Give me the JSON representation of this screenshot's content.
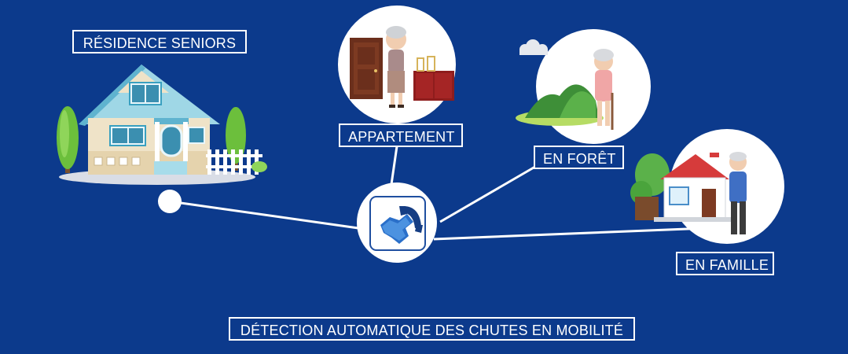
{
  "labels": {
    "residence": "RÉSIDENCE SENIORS",
    "apartment": "APPARTEMENT",
    "forest": "EN FORÊT",
    "family": "EN FAMILLE"
  },
  "caption": "DÉTECTION AUTOMATIQUE DES CHUTES EN MOBILITÉ",
  "colors": {
    "background": "#0c3a8c",
    "node": "#ffffff",
    "hub_icon": "#1f4fa0"
  },
  "icons": [
    "phone-cross-icon"
  ]
}
